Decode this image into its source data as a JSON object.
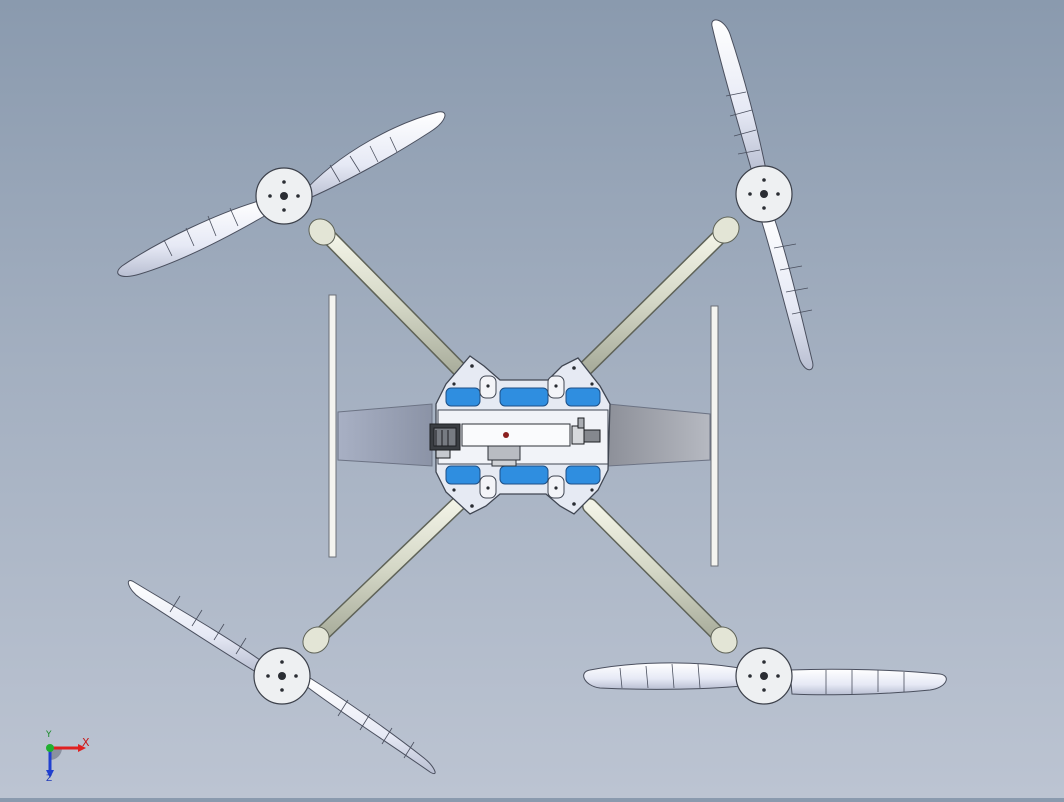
{
  "view": {
    "background_top": "#8a9aae",
    "background_bottom": "#bcc4d2"
  },
  "triad": {
    "x_label": "X",
    "y_label": "Y",
    "z_label": "Z",
    "x_color": "#e02020",
    "y_color": "#20b030",
    "z_color": "#2040d0"
  },
  "model": {
    "arm_color": "#d9dccb",
    "blade_color": "#edf0fa",
    "plate_color": "#e4e8f2",
    "cutout_color": "#2f8ee0",
    "fin_color": "#9ca4b6"
  }
}
